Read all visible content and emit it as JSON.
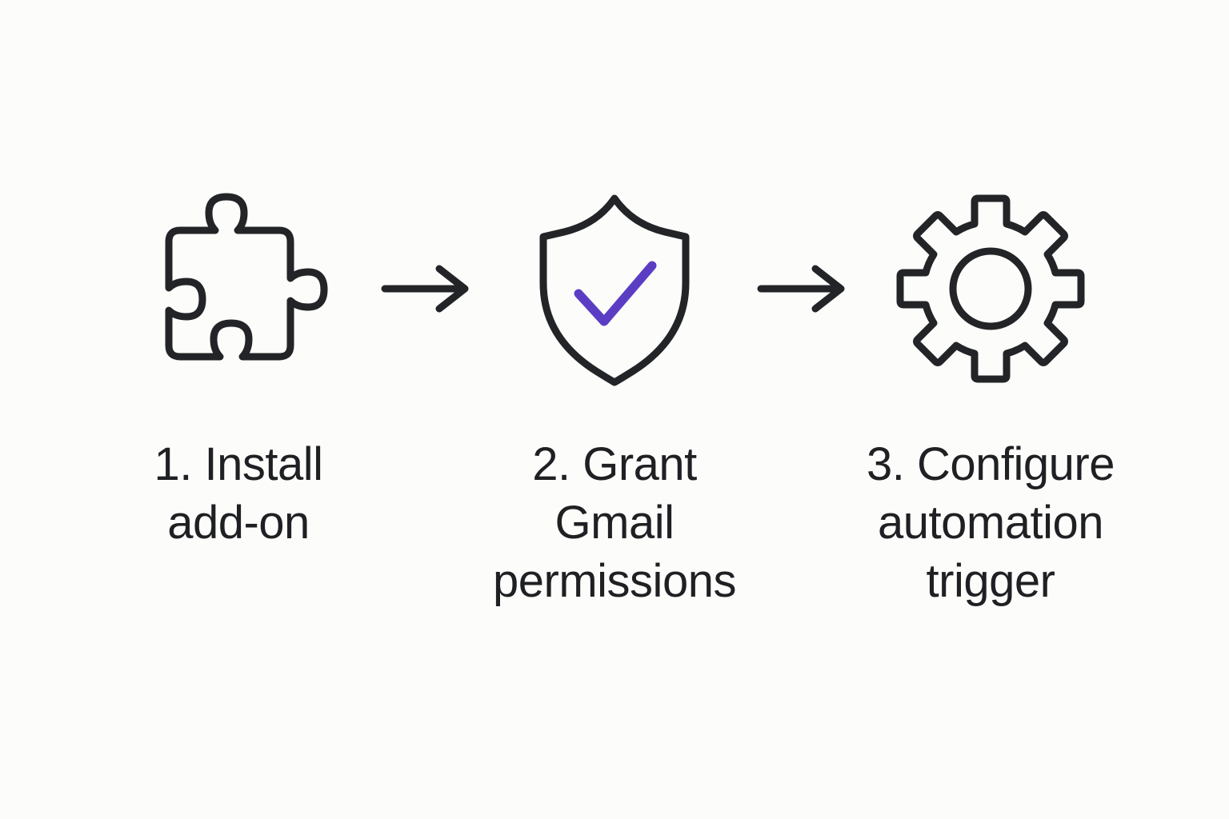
{
  "canvas": {
    "background_color": "#fcfcfa",
    "stroke_color": "#232427",
    "accent_color": "#5b3dc4",
    "text_color": "#1f2023"
  },
  "diagram": {
    "type": "horizontal-process-flow",
    "step_count": 3,
    "connector": "arrow-right",
    "steps": [
      {
        "index": "1",
        "icon": "puzzle-piece-icon",
        "label": "1. Install\nadd-on",
        "label_lines": [
          "1. Install",
          "add-on"
        ]
      },
      {
        "index": "2",
        "icon": "shield-check-icon",
        "label": "2. Grant\nGmail\npermissions",
        "label_lines": [
          "2. Grant",
          "Gmail",
          "permissions"
        ]
      },
      {
        "index": "3",
        "icon": "gear-icon",
        "label": "3. Configure\nautomation\ntrigger",
        "label_lines": [
          "3. Configure",
          "automation",
          "trigger"
        ]
      }
    ],
    "connectors": [
      {
        "icon": "arrow-right-icon",
        "from": "1",
        "to": "2"
      },
      {
        "icon": "arrow-right-icon",
        "from": "2",
        "to": "3"
      }
    ]
  }
}
